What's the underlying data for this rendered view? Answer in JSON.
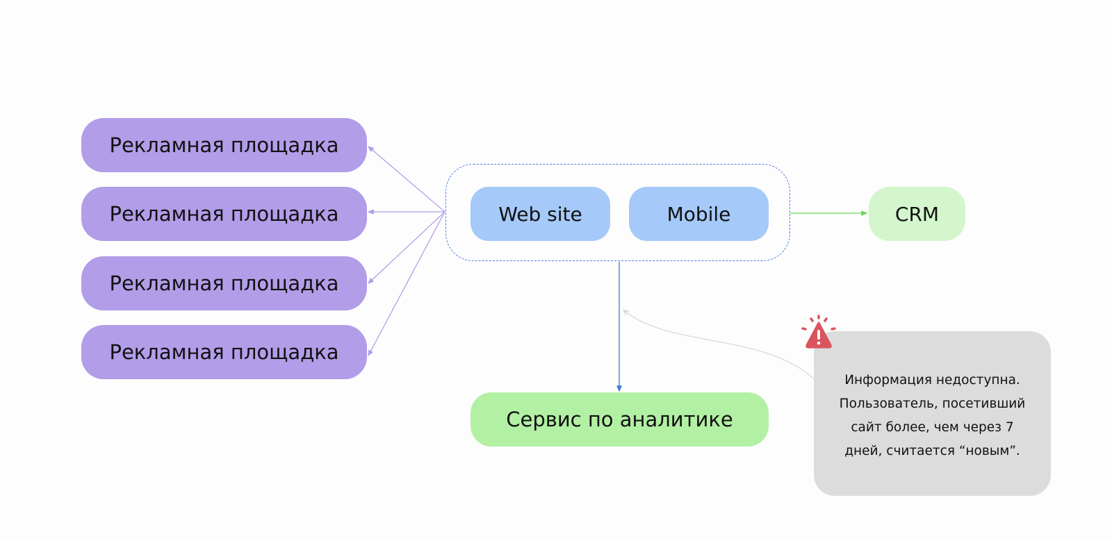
{
  "ad_platforms": [
    "Рекламная площадка",
    "Рекламная площадка",
    "Рекламная площадка",
    "Рекламная площадка"
  ],
  "sources": {
    "web": "Web site",
    "mobile": "Mobile"
  },
  "crm": "CRM",
  "analytics": "Сервис по аналитике",
  "note": {
    "icon": "warning-icon",
    "lines": [
      "Информация недоступна.",
      "Пользователь, посетивший",
      "сайт более, чем через 7",
      "дней, считается “новым”."
    ]
  },
  "colors": {
    "ad": "#b29de9",
    "source": "#a5c9f8",
    "crm": "#d3f6cd",
    "analytics": "#b2f0a4",
    "note": "#dcdcdc",
    "warning": "#d9545d"
  }
}
